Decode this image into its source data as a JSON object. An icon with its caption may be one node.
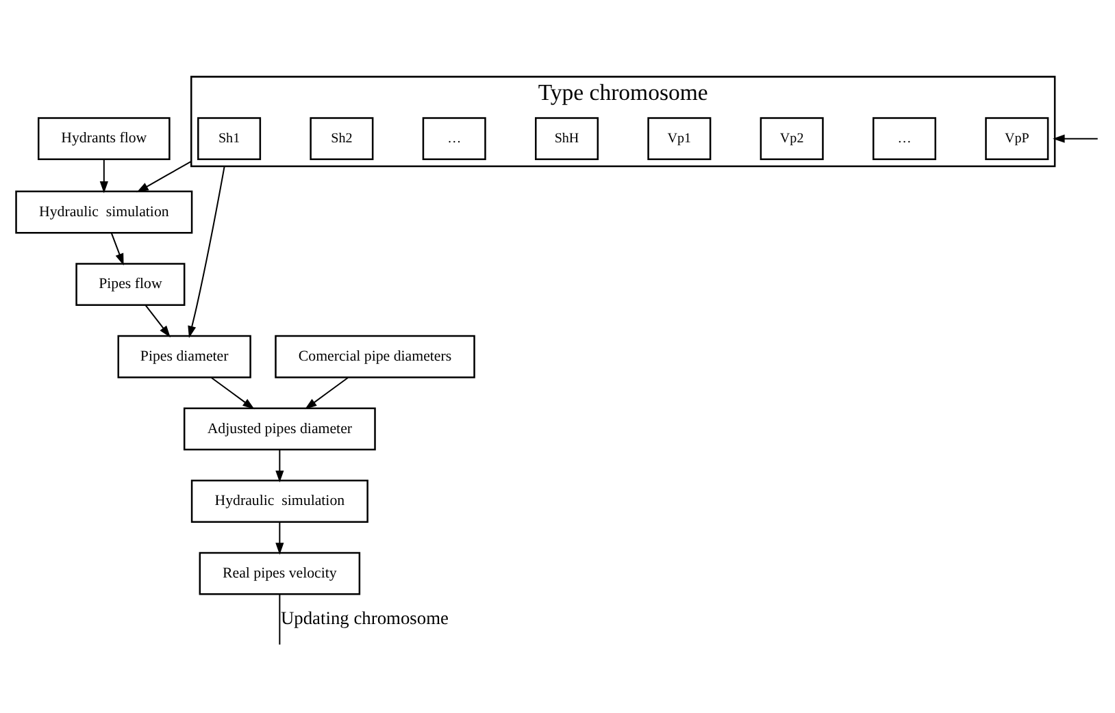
{
  "diagram": {
    "nodes": [
      {
        "text": [
          "Hydrants flow"
        ]
      },
      {
        "text": [
          "Type chromosome"
        ]
      },
      {
        "text": [
          "Sh1"
        ],
        "in": 1
      },
      {
        "text": [
          "Sh2"
        ],
        "in": 1
      },
      {
        "text": [
          "…"
        ],
        "in": 1
      },
      {
        "text": [
          "ShH"
        ],
        "in": 1
      },
      {
        "text": [
          "Vp1"
        ],
        "in": 1
      },
      {
        "text": [
          "Vp2"
        ],
        "in": 1
      },
      {
        "text": [
          "…"
        ],
        "in": 1
      },
      {
        "text": [
          "VpP"
        ],
        "in": 1
      },
      {
        "text": [
          "Hydraulic  simulation"
        ]
      },
      {
        "text": [
          "Pipes flow"
        ]
      },
      {
        "text": [
          "Pipes diameter"
        ]
      },
      {
        "text": [
          "Comercial pipe diameters"
        ]
      },
      {
        "text": [
          "Adjusted pipes diameter"
        ]
      },
      {
        "text": [
          "Hydraulic  simulation"
        ]
      },
      {
        "text": [
          "Real pipes velocity"
        ]
      }
    ],
    "edges": [
      {
        "from": 0,
        "to": 10,
        "arrow": "to"
      },
      {
        "from": 1,
        "to": 10,
        "arrow": "to"
      },
      {
        "from": 10,
        "to": 11,
        "arrow": "to"
      },
      {
        "from": 11,
        "to": 12,
        "arrow": "to"
      },
      {
        "from": 1,
        "to": 12,
        "arrow": "to"
      },
      {
        "from": 12,
        "to": 14,
        "arrow": "to"
      },
      {
        "from": 13,
        "to": 14,
        "arrow": "to"
      },
      {
        "from": 14,
        "to": 15,
        "arrow": "to"
      },
      {
        "from": 15,
        "to": 16,
        "arrow": "to"
      },
      {
        "from": null,
        "to": 1,
        "arrow": "to"
      },
      {
        "from": 16,
        "to": null,
        "arrow": "none",
        "label": "Updating chromosome"
      }
    ]
  }
}
